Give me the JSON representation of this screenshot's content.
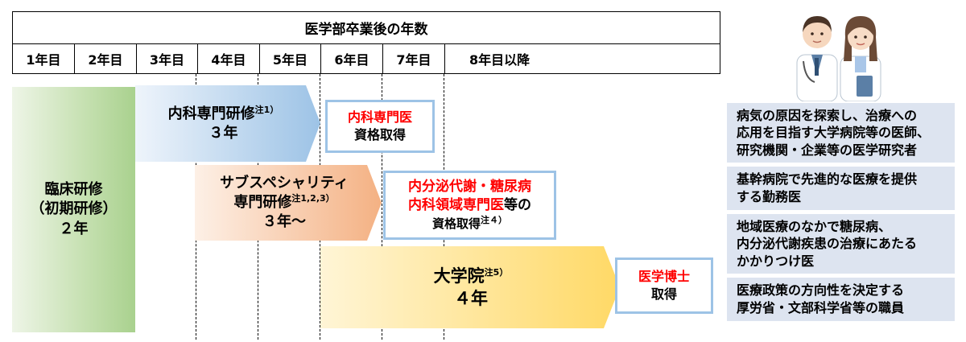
{
  "header": {
    "title": "医学部卒業後の年数",
    "years": [
      "1年目",
      "2年目",
      "3年目",
      "4年目",
      "5年目",
      "6年目",
      "7年目",
      "8年目以降"
    ]
  },
  "bars": {
    "clinical": {
      "line1": "臨床研修",
      "line2": "（初期研修）",
      "line3": "２年"
    },
    "internal": {
      "title": "内科専門研修",
      "note": "注1）",
      "years": "３年"
    },
    "subspecialty": {
      "line1": "サブスペシャリティ",
      "line2": "専門研修",
      "note": "注1,2,3）",
      "years": "３年〜"
    },
    "graduate": {
      "title": "大学院",
      "note": "注5）",
      "years": "４年"
    }
  },
  "boxes": {
    "internal_specialist": {
      "title": "内科専門医",
      "sub": "資格取得"
    },
    "endocrine": {
      "line1": "内分泌代謝・糖尿病",
      "line2_red": "内科領域専門医",
      "line2_black": "等の",
      "line3": "資格取得",
      "note": "注４）"
    },
    "phd": {
      "title": "医学博士",
      "sub": "取得"
    }
  },
  "careers": [
    {
      "lines": [
        "病気の原因を探索し、治療への",
        "応用を目指す大学病院等の医師、",
        "研究機関・企業等の医学研究者"
      ]
    },
    {
      "lines": [
        "基幹病院で先進的な医療を提供",
        "する勤務医"
      ]
    },
    {
      "lines": [
        "地域医療のなかで糖尿病、",
        "内分泌代謝疾患の治療にあたる",
        "かかりつけ医"
      ]
    },
    {
      "lines": [
        "医療政策の方向性を決定する",
        "厚労省・文部科学省等の職員"
      ]
    }
  ],
  "colors": {
    "green": "#a9d18e",
    "blue": "#9dc3e6",
    "orange": "#f4b183",
    "yellow": "#ffd966",
    "career_bg": "#dde4f0",
    "accent_red": "#ff0000"
  }
}
